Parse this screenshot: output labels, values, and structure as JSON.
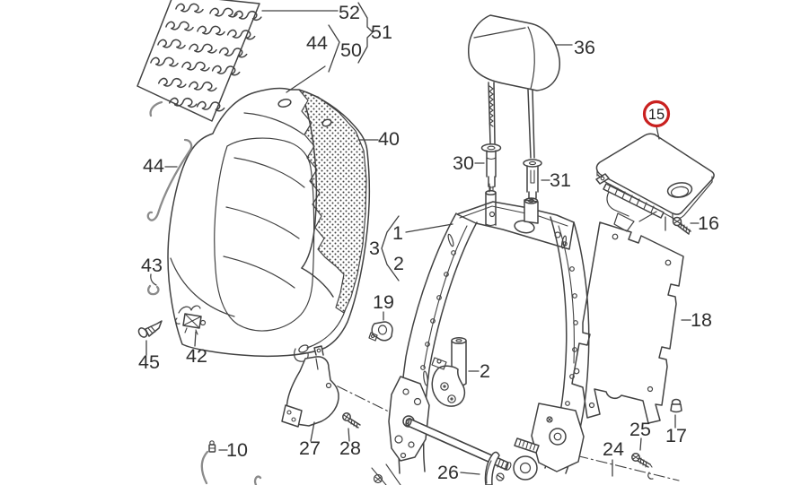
{
  "diagram": {
    "type": "exploded-parts-diagram",
    "subject": "Vehicle front seat backrest assembly",
    "background_color": "#ffffff",
    "line_color": "#424242",
    "label_color": "#2e2e2e",
    "highlight_color": "#c9201f",
    "highlighted_callout": "15"
  },
  "callouts": {
    "1": "1",
    "2": "2",
    "3": "3",
    "10": "10",
    "15": "15",
    "16": "16",
    "17": "17",
    "18": "18",
    "19": "19",
    "24": "24",
    "25": "25",
    "26": "26",
    "27": "27",
    "28": "28",
    "30": "30",
    "31": "31",
    "36": "36",
    "40": "40",
    "42": "42",
    "43": "43",
    "44": "44",
    "45": "45",
    "50": "50",
    "51": "51",
    "52": "52"
  }
}
